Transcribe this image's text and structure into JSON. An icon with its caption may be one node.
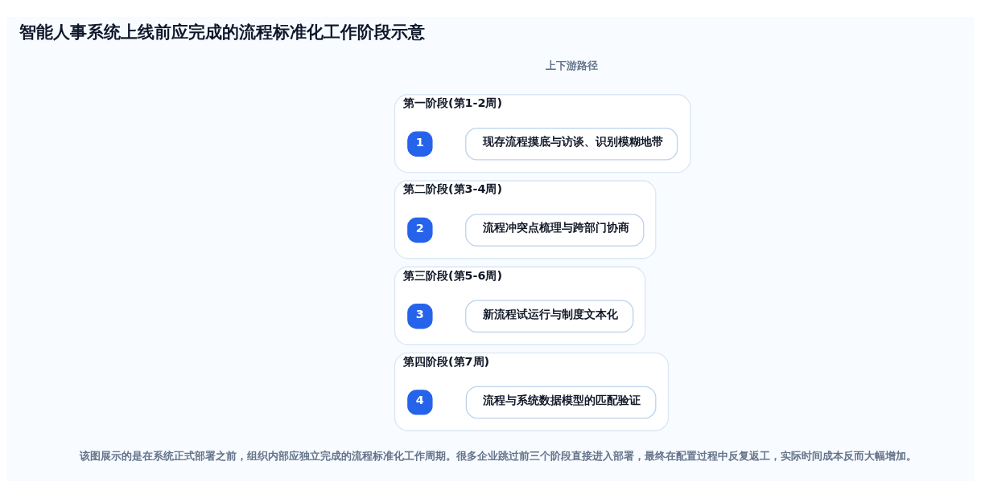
{
  "diagram": {
    "title": "智能人事系统上线前应完成的流程标准化工作阶段示意",
    "caption": "该图展示的是在系统正式部署之前，组织内部应独立完成的流程标准化工作周期。很多企业跳过前三个阶段直接进入部署，最终在配置过程中反复返工，实际时间成本反而大幅增加。",
    "nodes": [
      {
        "text": [
          "第一阶段(第1-2周)"
        ]
      },
      {
        "text": [
          "1"
        ],
        "in": 0
      },
      {
        "text": [
          "现存流程摸底与访谈、识别模糊地带"
        ],
        "in": 0
      },
      {
        "text": [
          "第二阶段(第3-4周)"
        ]
      },
      {
        "text": [
          "2"
        ],
        "in": 3
      },
      {
        "text": [
          "流程冲突点梳理与跨部门协商"
        ],
        "in": 3
      },
      {
        "text": [
          "第三阶段(第5-6周)"
        ]
      },
      {
        "text": [
          "3"
        ],
        "in": 6
      },
      {
        "text": [
          "新流程试运行与制度文本化"
        ],
        "in": 6
      },
      {
        "text": [
          "第四阶段(第7周)"
        ]
      },
      {
        "text": [
          "4"
        ],
        "in": 9
      },
      {
        "text": [
          "流程与系统数据模型的匹配验证"
        ],
        "in": 9
      }
    ],
    "edges": [],
    "labels": [
      "上下游路径"
    ]
  }
}
